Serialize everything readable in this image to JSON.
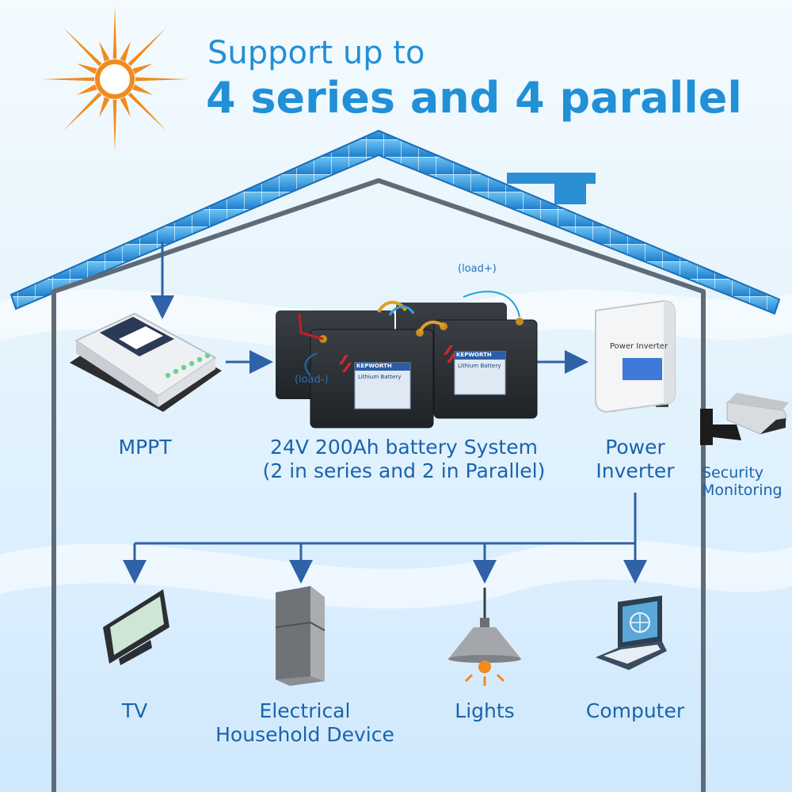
{
  "title": {
    "line1": "Support up to",
    "line2": "4 series and 4 parallel"
  },
  "components": {
    "mppt": "MPPT",
    "battery_line1": "24V 200Ah battery System",
    "battery_line2": "(2 in series and 2 in Parallel)",
    "inverter_line1": "Power",
    "inverter_line2": "Inverter",
    "inverter_panel": "Power Inverter",
    "security_line1": "Security",
    "security_line2": "Monitoring"
  },
  "battery": {
    "load_plus": "(load+)",
    "load_minus": "(load-)",
    "brand": "KEPWORTH",
    "type": "Lithium Battery"
  },
  "devices": {
    "tv": "TV",
    "appliance_line1": "Electrical",
    "appliance_line2": "Household Device",
    "lights": "Lights",
    "computer": "Computer"
  },
  "colors": {
    "arrow": "#2f62a6",
    "text": "#1a63ad",
    "title": "#2190d6",
    "sun": "#f28a1e",
    "solar": "#2b8fd6",
    "house_outline": "#5f6b78"
  }
}
